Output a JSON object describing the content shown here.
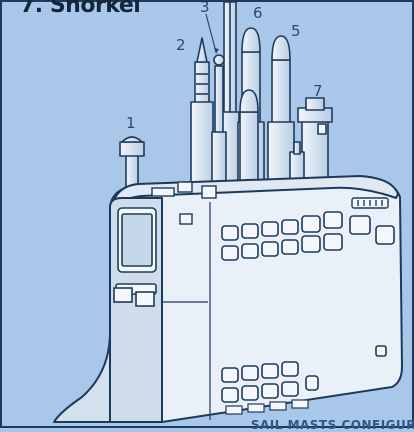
{
  "heading": "7. Snorkel",
  "footer": "SAIL MASTS CONFIGUR",
  "callouts": {
    "c1": "1",
    "c2": "2",
    "c3": "3",
    "c5": "5",
    "c6": "6",
    "c7": "7"
  },
  "colors": {
    "background": "#a9c8e9",
    "hull": "#e7eef6",
    "hull_shadow": "#c9d8ea",
    "mast_fill": "#d4e2f1",
    "outline": "#1d3a5c",
    "window": "#f4f8fc"
  }
}
